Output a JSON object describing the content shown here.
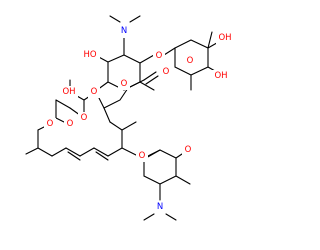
{
  "figure": {
    "kind": "skeletal structural formula",
    "background": "#ffffff",
    "bond_color": "#000000"
  },
  "atom_colors": {
    "O": "#ff0000",
    "N": "#0000ff",
    "C": "#000000"
  },
  "labels": {
    "dimethylamino_top": "N",
    "dimethylamino_bottom": "N",
    "hydroxyl": "HO",
    "hydroxyl_right": "OH",
    "hydroxyl_left": "OH",
    "oxygen": "O",
    "methoxy": "O",
    "aldehyde": "O",
    "ester_ring_o": "O",
    "ester_carbonyl": "O"
  }
}
